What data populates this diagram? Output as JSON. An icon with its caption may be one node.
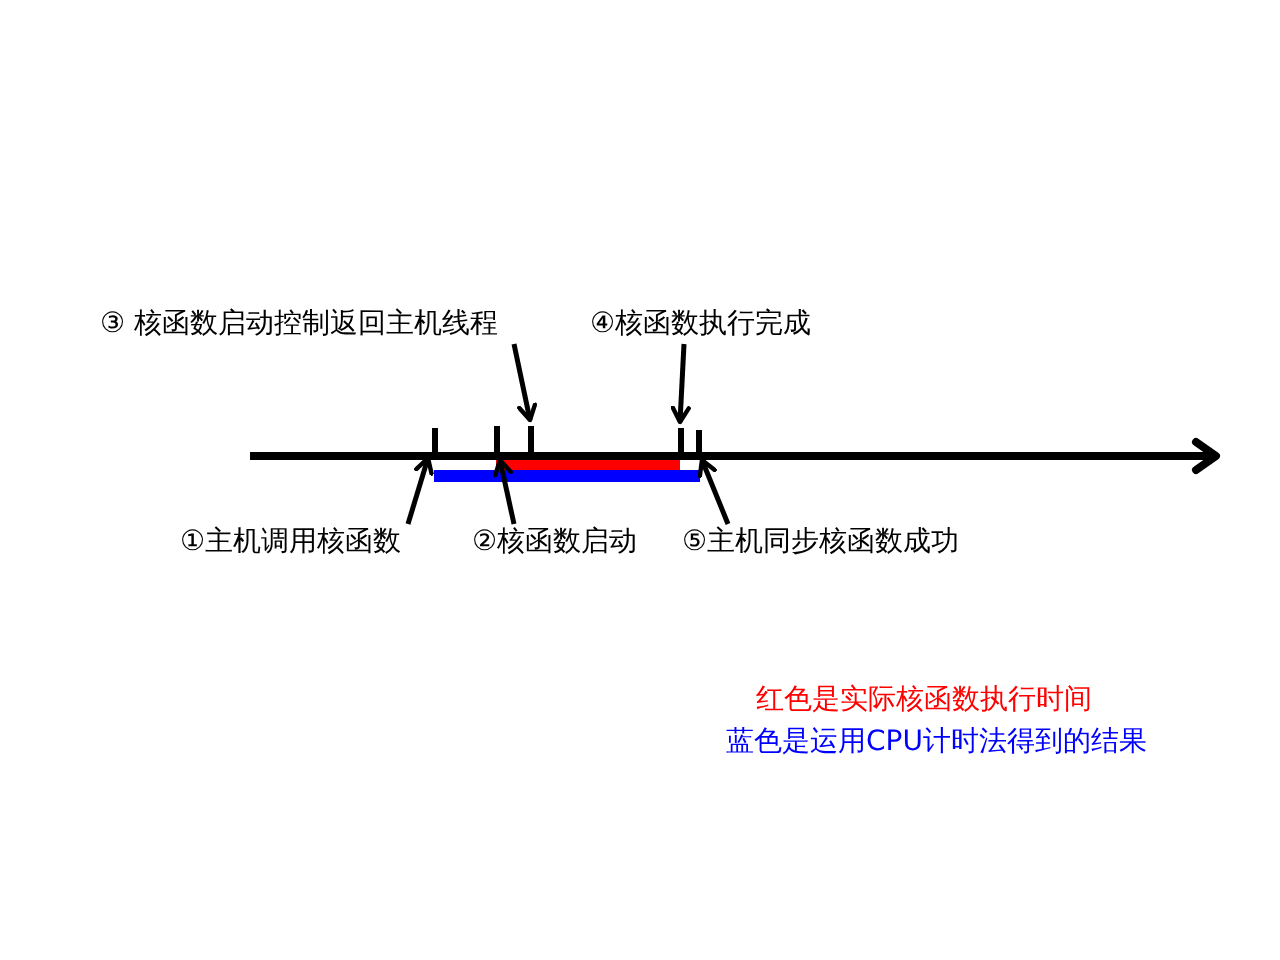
{
  "diagram": {
    "nodes": [
      {
        "text": [
          "③ 核函数启动控制返回主机线程"
        ]
      },
      {
        "text": [
          "④核函数执行完成"
        ]
      },
      {
        "text": [
          "①主机调用核函数"
        ]
      },
      {
        "text": [
          "②核函数启动"
        ]
      },
      {
        "text": [
          "⑤主机同步核函数成功"
        ]
      },
      {
        "text": [],
        "shape": "bar"
      },
      {
        "text": [],
        "shape": "bar"
      },
      {
        "text": [],
        "shape": "bar"
      },
      {
        "text": [],
        "shape": "bar"
      },
      {
        "text": [],
        "shape": "bar"
      }
    ],
    "edges": [
      {
        "from": 0,
        "to": 7,
        "arrow": "to"
      },
      {
        "from": 1,
        "to": 8,
        "arrow": "to"
      },
      {
        "from": 2,
        "to": 5,
        "arrow": "to"
      },
      {
        "from": 3,
        "to": 6,
        "arrow": "to"
      },
      {
        "from": 4,
        "to": 9,
        "arrow": "to"
      }
    ],
    "legend": [
      {
        "text": "红色是实际核函数执行时间",
        "color": "#ff0000"
      },
      {
        "text": "蓝色是运用CPU计时法得到的结果",
        "color": "#0000ff"
      }
    ]
  }
}
